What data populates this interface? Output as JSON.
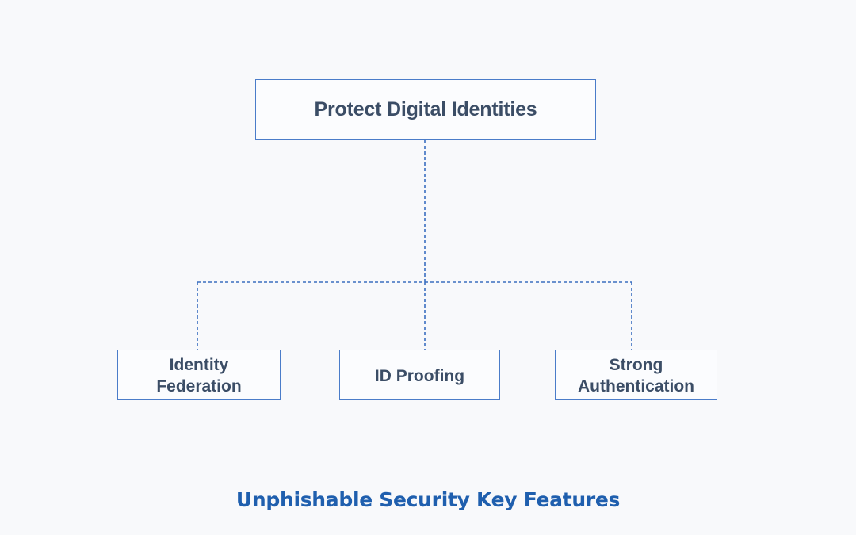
{
  "diagram": {
    "type": "hierarchy-tree",
    "root": {
      "label": "Protect Digital Identities"
    },
    "children": [
      {
        "line1": "Identity",
        "line2": "Federation"
      },
      {
        "line1": "ID Proofing",
        "line2": ""
      },
      {
        "line1": "Strong",
        "line2": "Authentication"
      }
    ],
    "connector_style": "dashed",
    "caption": "Unphishable Security Key Features"
  },
  "colors": {
    "background": "#f8f9fb",
    "box_border": "#4a7cc9",
    "box_text": "#3b4d66",
    "connector": "#3a6fc0",
    "caption": "#1f5fae"
  }
}
